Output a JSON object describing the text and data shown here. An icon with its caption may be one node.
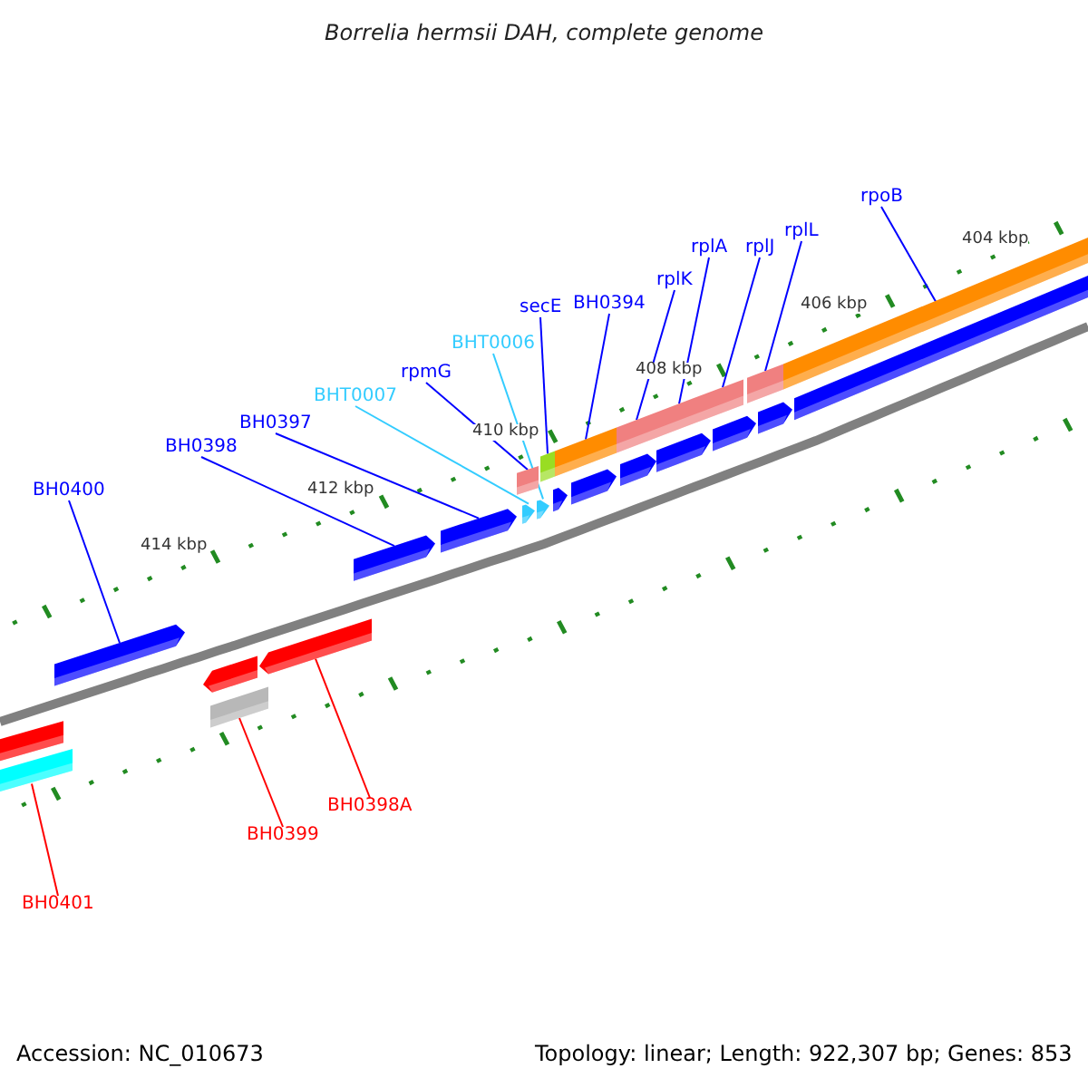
{
  "diagram": {
    "title": "Borrelia hermsii DAH, complete genome",
    "nodes": [
      {
        "text": [
          "rpoB"
        ]
      },
      {
        "text": [
          "rplL"
        ]
      },
      {
        "text": [
          "rplJ"
        ]
      },
      {
        "text": [
          "rplA"
        ]
      },
      {
        "text": [
          "rplK"
        ]
      },
      {
        "text": [
          "secE"
        ]
      },
      {
        "text": [
          "BH0394"
        ]
      },
      {
        "text": [
          "BHT0006"
        ]
      },
      {
        "text": [
          "rpmG"
        ]
      },
      {
        "text": [
          "BHT0007"
        ]
      },
      {
        "text": [
          "BH0397"
        ]
      },
      {
        "text": [
          "BH0398"
        ]
      },
      {
        "text": [
          "BH0400"
        ]
      },
      {
        "text": [
          "BH0398A"
        ]
      },
      {
        "text": [
          "BH0399"
        ]
      },
      {
        "text": [
          "BH0401"
        ]
      },
      {
        "text": [],
        "shape": "bar"
      },
      {
        "text": [],
        "shape": "bar"
      },
      {
        "text": [],
        "shape": "bar"
      },
      {
        "text": [],
        "shape": "bar"
      },
      {
        "text": [],
        "shape": "bar"
      },
      {
        "text": [],
        "shape": "bar"
      },
      {
        "text": [],
        "shape": "bar"
      },
      {
        "text": [],
        "shape": "bar"
      },
      {
        "text": [],
        "shape": "bar"
      },
      {
        "text": [],
        "shape": "bar"
      },
      {
        "text": [],
        "shape": "bar"
      },
      {
        "text": [],
        "shape": "bar"
      },
      {
        "text": [],
        "shape": "bar"
      },
      {
        "text": [],
        "shape": "bar"
      },
      {
        "text": [],
        "shape": "bar"
      },
      {
        "text": [],
        "shape": "bar"
      }
    ],
    "edges": [
      {
        "from": 0,
        "to": 31,
        "arrow": "none"
      },
      {
        "from": 1,
        "to": 30,
        "arrow": "none"
      },
      {
        "from": 2,
        "to": 29,
        "arrow": "none"
      },
      {
        "from": 3,
        "to": 28,
        "arrow": "none"
      },
      {
        "from": 4,
        "to": 27,
        "arrow": "none"
      },
      {
        "from": 5,
        "to": 25,
        "arrow": "none"
      },
      {
        "from": 6,
        "to": 26,
        "arrow": "none"
      },
      {
        "from": 7,
        "to": 24,
        "arrow": "none",
        "color": "#33ccff"
      },
      {
        "from": 8,
        "to": 22,
        "arrow": "none"
      },
      {
        "from": 9,
        "to": 23,
        "arrow": "none",
        "color": "#33ccff"
      },
      {
        "from": 10,
        "to": 21,
        "arrow": "none"
      },
      {
        "from": 11,
        "to": 20,
        "arrow": "none"
      },
      {
        "from": 12,
        "to": 17,
        "arrow": "none"
      },
      {
        "from": 13,
        "to": 19,
        "arrow": "none",
        "color": "#ff0000"
      },
      {
        "from": 14,
        "to": 18,
        "arrow": "none",
        "color": "#ff0000"
      },
      {
        "from": 15,
        "to": 16,
        "arrow": "none",
        "color": "#ff0000"
      }
    ],
    "labels": [
      "404 kbp",
      "406 kbp",
      "408 kbp",
      "410 kbp",
      "412 kbp",
      "414 kbp",
      "Accession: NC_010673",
      "Topology: linear; Length: 922,307 bp; Genes: 853"
    ]
  }
}
